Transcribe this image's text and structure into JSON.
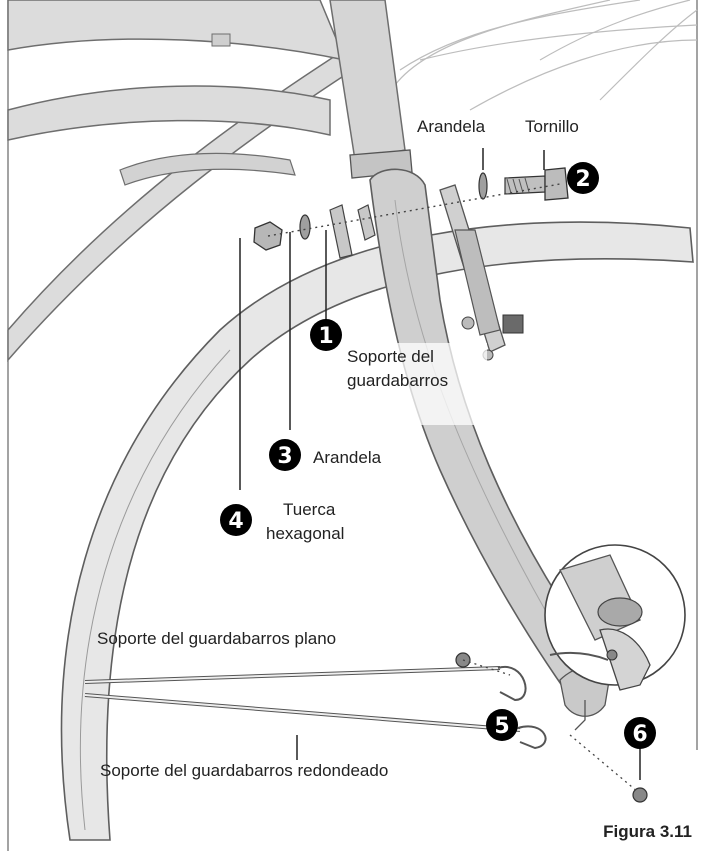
{
  "colors": {
    "frame": "#d9d9d9",
    "frame_edge": "#6e6e6e",
    "fender": "#e6e6e6",
    "fork": "#cdcdcd",
    "hardware": "#b3b3b3",
    "badge": "#000000",
    "text": "#222222"
  },
  "callouts": [
    {
      "number": "1",
      "label": "Soporte del guardabarros"
    },
    {
      "number": "2",
      "label": "Tornillo"
    },
    {
      "number": "3",
      "label": "Arandela"
    },
    {
      "number": "4",
      "label": "Tuerca hexagonal"
    },
    {
      "number": "5",
      "label": "Soporte del guardabarros redondeado"
    },
    {
      "number": "6",
      "label": ""
    }
  ],
  "labels": {
    "arandela_top": "Arandela",
    "tornillo": "Tornillo",
    "soporte_line1": "Soporte del",
    "soporte_line2": "guardabarros",
    "arandela_3": "Arandela",
    "tuerca_line1": "Tuerca",
    "tuerca_line2": "hexagonal",
    "soporte_plano": "Soporte del guardabarros plano",
    "soporte_redondeado": "Soporte del guardabarros redondeado"
  },
  "figure_caption": "Figura 3.11"
}
